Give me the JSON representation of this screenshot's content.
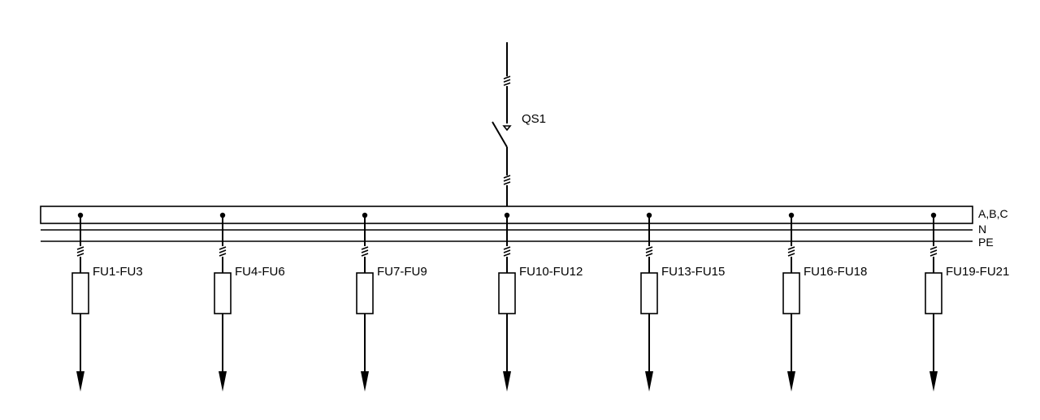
{
  "switch": {
    "label": "QS1"
  },
  "buses": {
    "phase": "A,B,C",
    "neutral": "N",
    "earth": "PE"
  },
  "feeders": [
    {
      "label": "FU1-FU3"
    },
    {
      "label": "FU4-FU6"
    },
    {
      "label": "FU7-FU9"
    },
    {
      "label": "FU10-FU12"
    },
    {
      "label": "FU13-FU15"
    },
    {
      "label": "FU16-FU18"
    },
    {
      "label": "FU19-FU21"
    }
  ]
}
